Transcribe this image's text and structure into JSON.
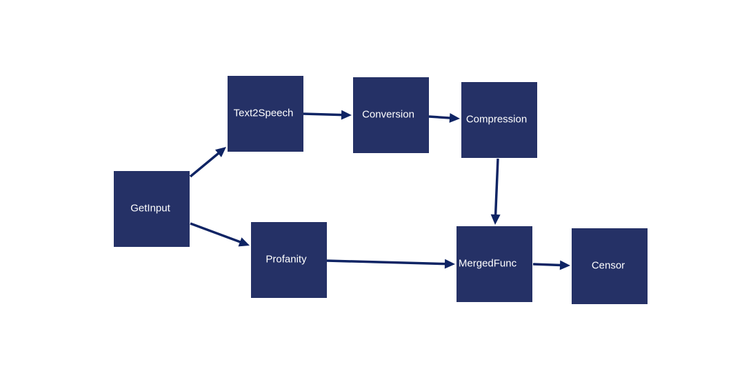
{
  "diagram": {
    "colors": {
      "node_fill": "#253166",
      "node_text": "#ffffff",
      "edge": "#0f2464",
      "background": "#ffffff"
    },
    "nodes": [
      {
        "id": "getinput",
        "label": "GetInput"
      },
      {
        "id": "text2speech",
        "label": "Text2Speech"
      },
      {
        "id": "conversion",
        "label": "Conversion"
      },
      {
        "id": "compression",
        "label": "Compression"
      },
      {
        "id": "profanity",
        "label": "Profanity"
      },
      {
        "id": "mergedfunc",
        "label": "MergedFunc"
      },
      {
        "id": "censor",
        "label": "Censor"
      }
    ],
    "edges": [
      {
        "from": "getinput",
        "to": "text2speech"
      },
      {
        "from": "getinput",
        "to": "profanity"
      },
      {
        "from": "text2speech",
        "to": "conversion"
      },
      {
        "from": "conversion",
        "to": "compression"
      },
      {
        "from": "compression",
        "to": "mergedfunc"
      },
      {
        "from": "profanity",
        "to": "mergedfunc"
      },
      {
        "from": "mergedfunc",
        "to": "censor"
      }
    ]
  }
}
